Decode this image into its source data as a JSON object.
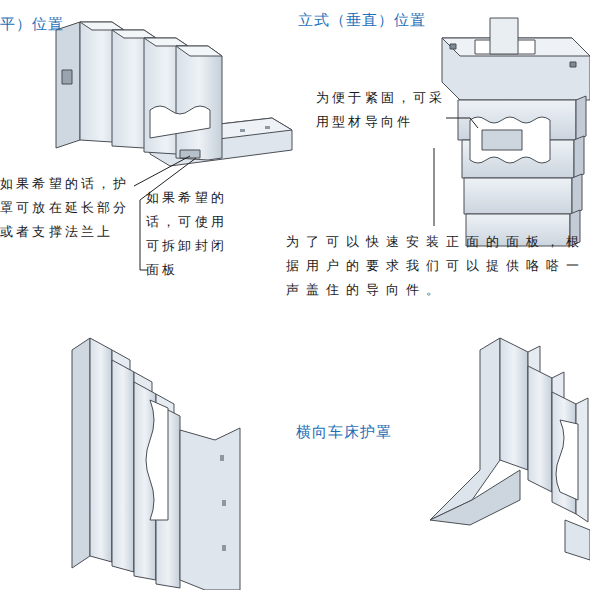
{
  "diagram": {
    "labels": [
      "平）位置",
      "立式（垂直）位置",
      "为便于紧固，可采用型材导向件",
      "如果希望的话，护罩可放在延长部分或者支撑法兰上",
      "如果希望的话，可使用可拆卸封闭面板",
      "为了可以快速安装正面的面板，根据用户的要求我们可以提供咯嗒一声盖住的导向件。",
      "横向车床护罩"
    ]
  }
}
